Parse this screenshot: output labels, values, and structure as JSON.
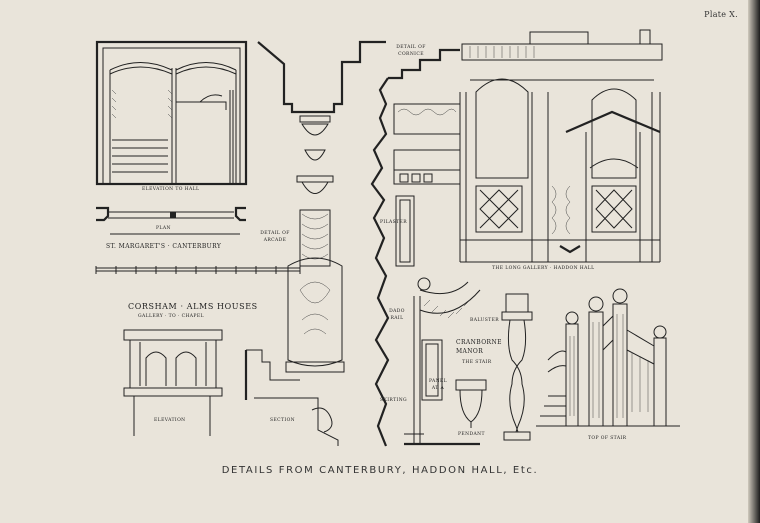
{
  "plate_number": "Plate X.",
  "caption": "DETAILS FROM CANTERBURY, HADDON HALL, Etc.",
  "labels": {
    "elevation_to_hall": "ELEVATION TO HALL",
    "plan": "PLAN",
    "st_margarets": "ST. MARGARET'S · CANTERBURY",
    "detail_of_arcade": "DETAIL OF ARCADE",
    "detail_of_cornice": "DETAIL OF CORNICE",
    "pilaster": "PILASTER",
    "long_gallery": "THE LONG GALLERY · HADDON HALL",
    "corsham_title": "CORSHAM · ALMS HOUSES",
    "corsham_sub": "GALLERY · TO · CHAPEL",
    "elevation": "ELEVATION",
    "section": "SECTION",
    "dado_rail": "DADO RAIL",
    "skirting": "SKIRTING",
    "panel_at_a": "PANEL AT A",
    "baluster": "BALUSTER",
    "cranborne": "CRANBORNE MANOR",
    "the_stair": "THE STAIR",
    "pendant": "PENDANT",
    "top_of_stair": "TOP OF STAIR"
  }
}
